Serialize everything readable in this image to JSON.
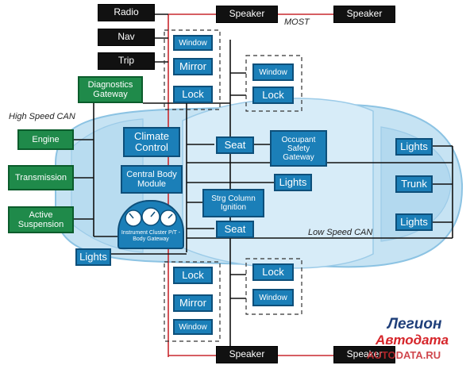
{
  "bus_labels": {
    "high_speed_can": "High Speed CAN",
    "low_speed_can": "Low Speed CAN",
    "most": "MOST"
  },
  "black_modules": {
    "radio": "Radio",
    "nav": "Nav",
    "trip": "Trip",
    "speaker_top_mid": "Speaker",
    "speaker_top_right": "Speaker",
    "speaker_bottom_mid": "Speaker",
    "speaker_bottom_right": "Speaker"
  },
  "green_modules": {
    "diagnostics_gateway": "Diagnostics Gateway",
    "engine": "Engine",
    "transmission": "Transmission",
    "active_suspension": "Active Suspension"
  },
  "blue_modules": {
    "front_left_door": [
      "Window",
      "Mirror",
      "Lock"
    ],
    "rear_left_door": [
      "Window",
      "Lock"
    ],
    "front_right_door": [
      "Lock",
      "Mirror",
      "Window"
    ],
    "rear_right_door": [
      "Lock",
      "Window"
    ],
    "climate_control": "Climate Control",
    "central_body_module": "Central Body Module",
    "instrument_cluster": "Instrument Cluster P/T - Body Gateway",
    "seat_front": "Seat",
    "seat_rear": "Seat",
    "occupant_safety_gateway": "Occupant Safety Gateway",
    "lights_center": "Lights",
    "steering_column_ignition": "Strg Column Ignition",
    "lights_bottom_left": "Lights",
    "lights_rear_top": "Lights",
    "trunk": "Trunk",
    "lights_rear_bottom": "Lights"
  },
  "logo": {
    "line1": "Легион",
    "line2": "Автодата",
    "line3": "AUTODATA.RU"
  },
  "colors": {
    "can_green": "#1f8a4a",
    "module_blue": "#1b7fb8",
    "most_red": "#c8282e",
    "car_body": "#bfe0f2"
  }
}
